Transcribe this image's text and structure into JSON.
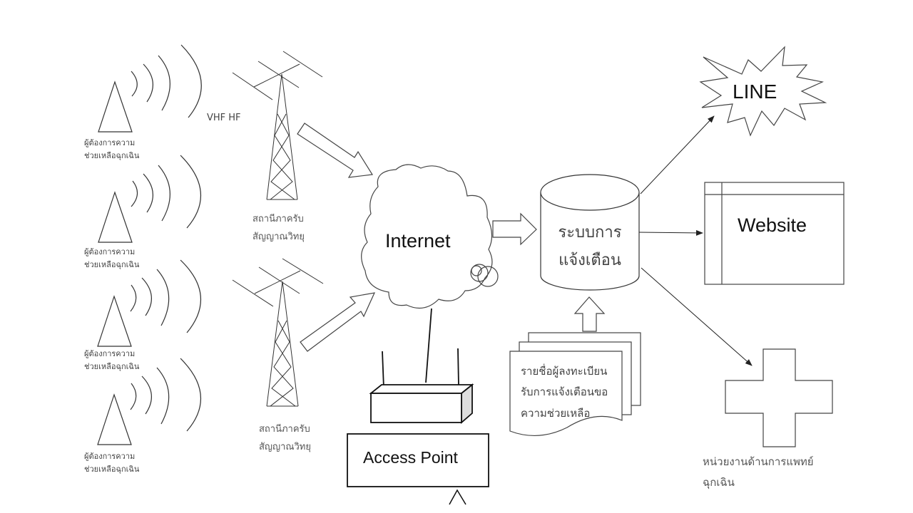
{
  "diagram": {
    "signal_label": "VHF HF",
    "senders": [
      {
        "label_line1": "ผู้ต้องการความ",
        "label_line2": "ช่วยเหลือฉุกเฉิน"
      },
      {
        "label_line1": "ผู้ต้องการความ",
        "label_line2": "ช่วยเหลือฉุกเฉิน"
      },
      {
        "label_line1": "ผู้ต้องการความ",
        "label_line2": "ช่วยเหลือฉุกเฉิน"
      },
      {
        "label_line1": "ผู้ต้องการความ",
        "label_line2": "ช่วยเหลือฉุกเฉิน"
      }
    ],
    "stations": [
      {
        "label_line1": "สถานีภาครับ",
        "label_line2": "สัญญาณวิทยุ"
      },
      {
        "label_line1": "สถานีภาครับ",
        "label_line2": "สัญญาณวิทยุ"
      }
    ],
    "internet_label": "Internet",
    "access_point_label": "Access Point",
    "alert_system": {
      "label_line1": "ระบบการ",
      "label_line2": "แจ้งเตือน"
    },
    "registry_doc": {
      "line1": "รายชื่อผู้ลงทะเบียน",
      "line2": "รับการแจ้งเตือนขอ",
      "line3": "ความช่วยเหลือ"
    },
    "outputs": {
      "line_label": "LINE",
      "website_label": "Website",
      "medical": {
        "label_line1": "หน่วยงานด้านการแพทย์",
        "label_line2": "ฉุกเฉิน"
      }
    }
  }
}
